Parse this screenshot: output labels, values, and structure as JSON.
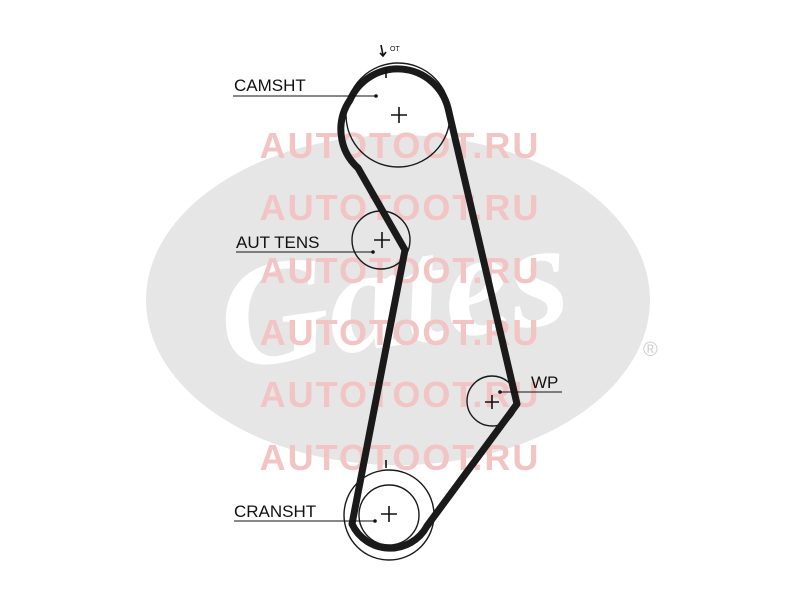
{
  "diagram": {
    "labels": {
      "camshaft": "CAMSHT",
      "tensioner": "AUT TENS",
      "water_pump": "WP",
      "crankshaft": "CRANSHT",
      "tdc_mark": "OT"
    },
    "logo_text": "Gates",
    "registered_mark": "®",
    "watermark": {
      "text": "AUTOTOOT.RU",
      "repeat": 6
    },
    "colors": {
      "belt": "#1a1a1a",
      "logo": "#e6e6e6",
      "watermark": "#f2c4c4"
    }
  }
}
